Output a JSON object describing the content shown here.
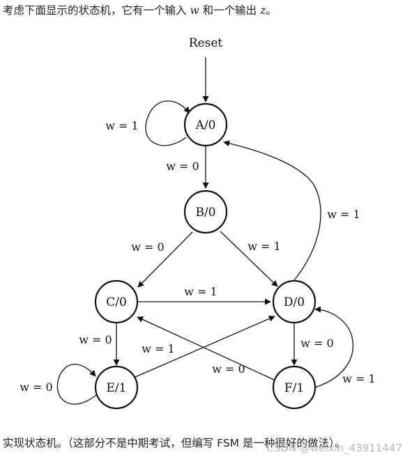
{
  "intro": {
    "before_w": "考虑下面显示的状态机，它有一个输入 ",
    "w": "w",
    "middle": " 和一个输出 ",
    "z": "z",
    "after": "。"
  },
  "diagram": {
    "reset_label": "Reset",
    "states": {
      "A": "A/0",
      "B": "B/0",
      "C": "C/0",
      "D": "D/0",
      "E": "E/1",
      "F": "F/1"
    },
    "transitions": {
      "A_self": "w = 1",
      "A_to_B": "w = 0",
      "B_to_C": "w = 0",
      "B_to_D": "w = 1",
      "C_to_D": "w = 1",
      "C_to_E": "w = 0",
      "D_to_A": "w = 1",
      "D_to_F": "w = 0",
      "E_self": "w = 0",
      "E_to_D": "w = 1",
      "F_to_C": "w = 0",
      "F_to_D": "w = 1"
    }
  },
  "outro": "实现状态机。（这部分不是中期考试，但编写 FSM 是一种很好的做法）。",
  "watermark": "CSDN @weixin_43911447"
}
